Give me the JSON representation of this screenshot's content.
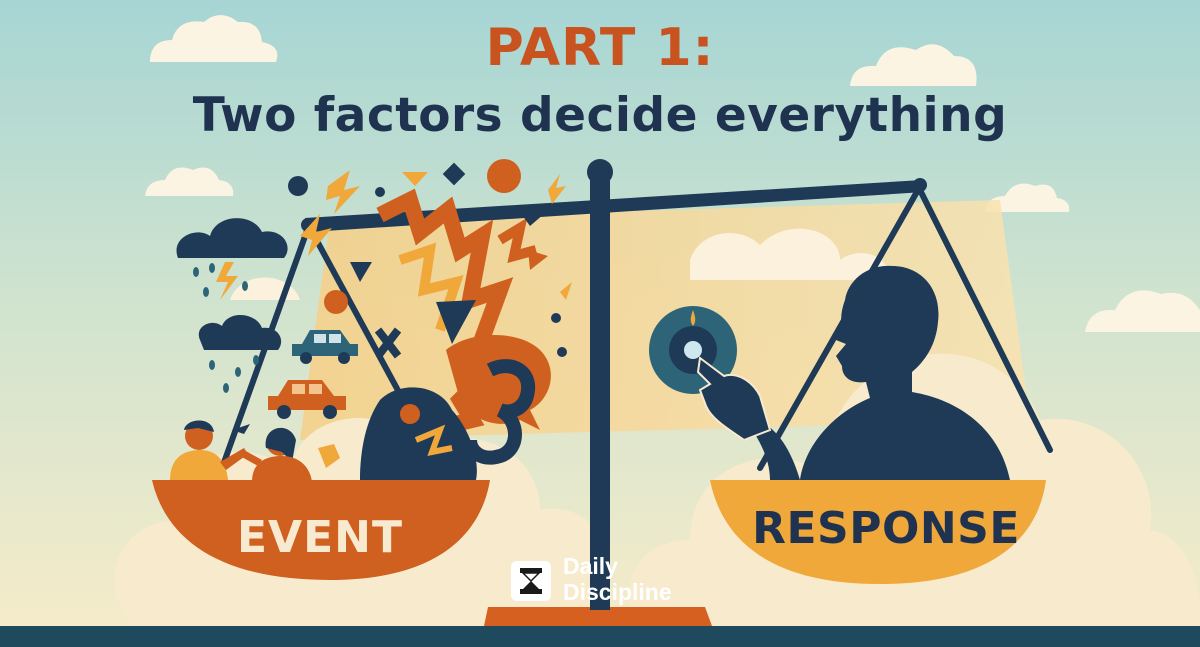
{
  "title": "PART 1:",
  "subtitle": "Two factors decide everything",
  "left_pan_label": "EVENT",
  "right_pan_label": "RESPONSE",
  "logo": {
    "line1": "Daily",
    "line2": "Discipline"
  },
  "colors": {
    "title": "#c8531f",
    "subtitle": "#1f3350",
    "navy": "#1f3a57",
    "orange": "#d0601f",
    "amber": "#f0a83a",
    "cream": "#f8ead0",
    "sky_top": "#a7d6d4",
    "sky_bottom": "#f7eecf"
  },
  "icons": [
    "storm-cloud-icon",
    "lightning-icon",
    "car-icon",
    "arguing-people-icon",
    "button-icon",
    "pointing-hand-icon",
    "person-silhouette-icon",
    "hourglass-logo-icon"
  ]
}
